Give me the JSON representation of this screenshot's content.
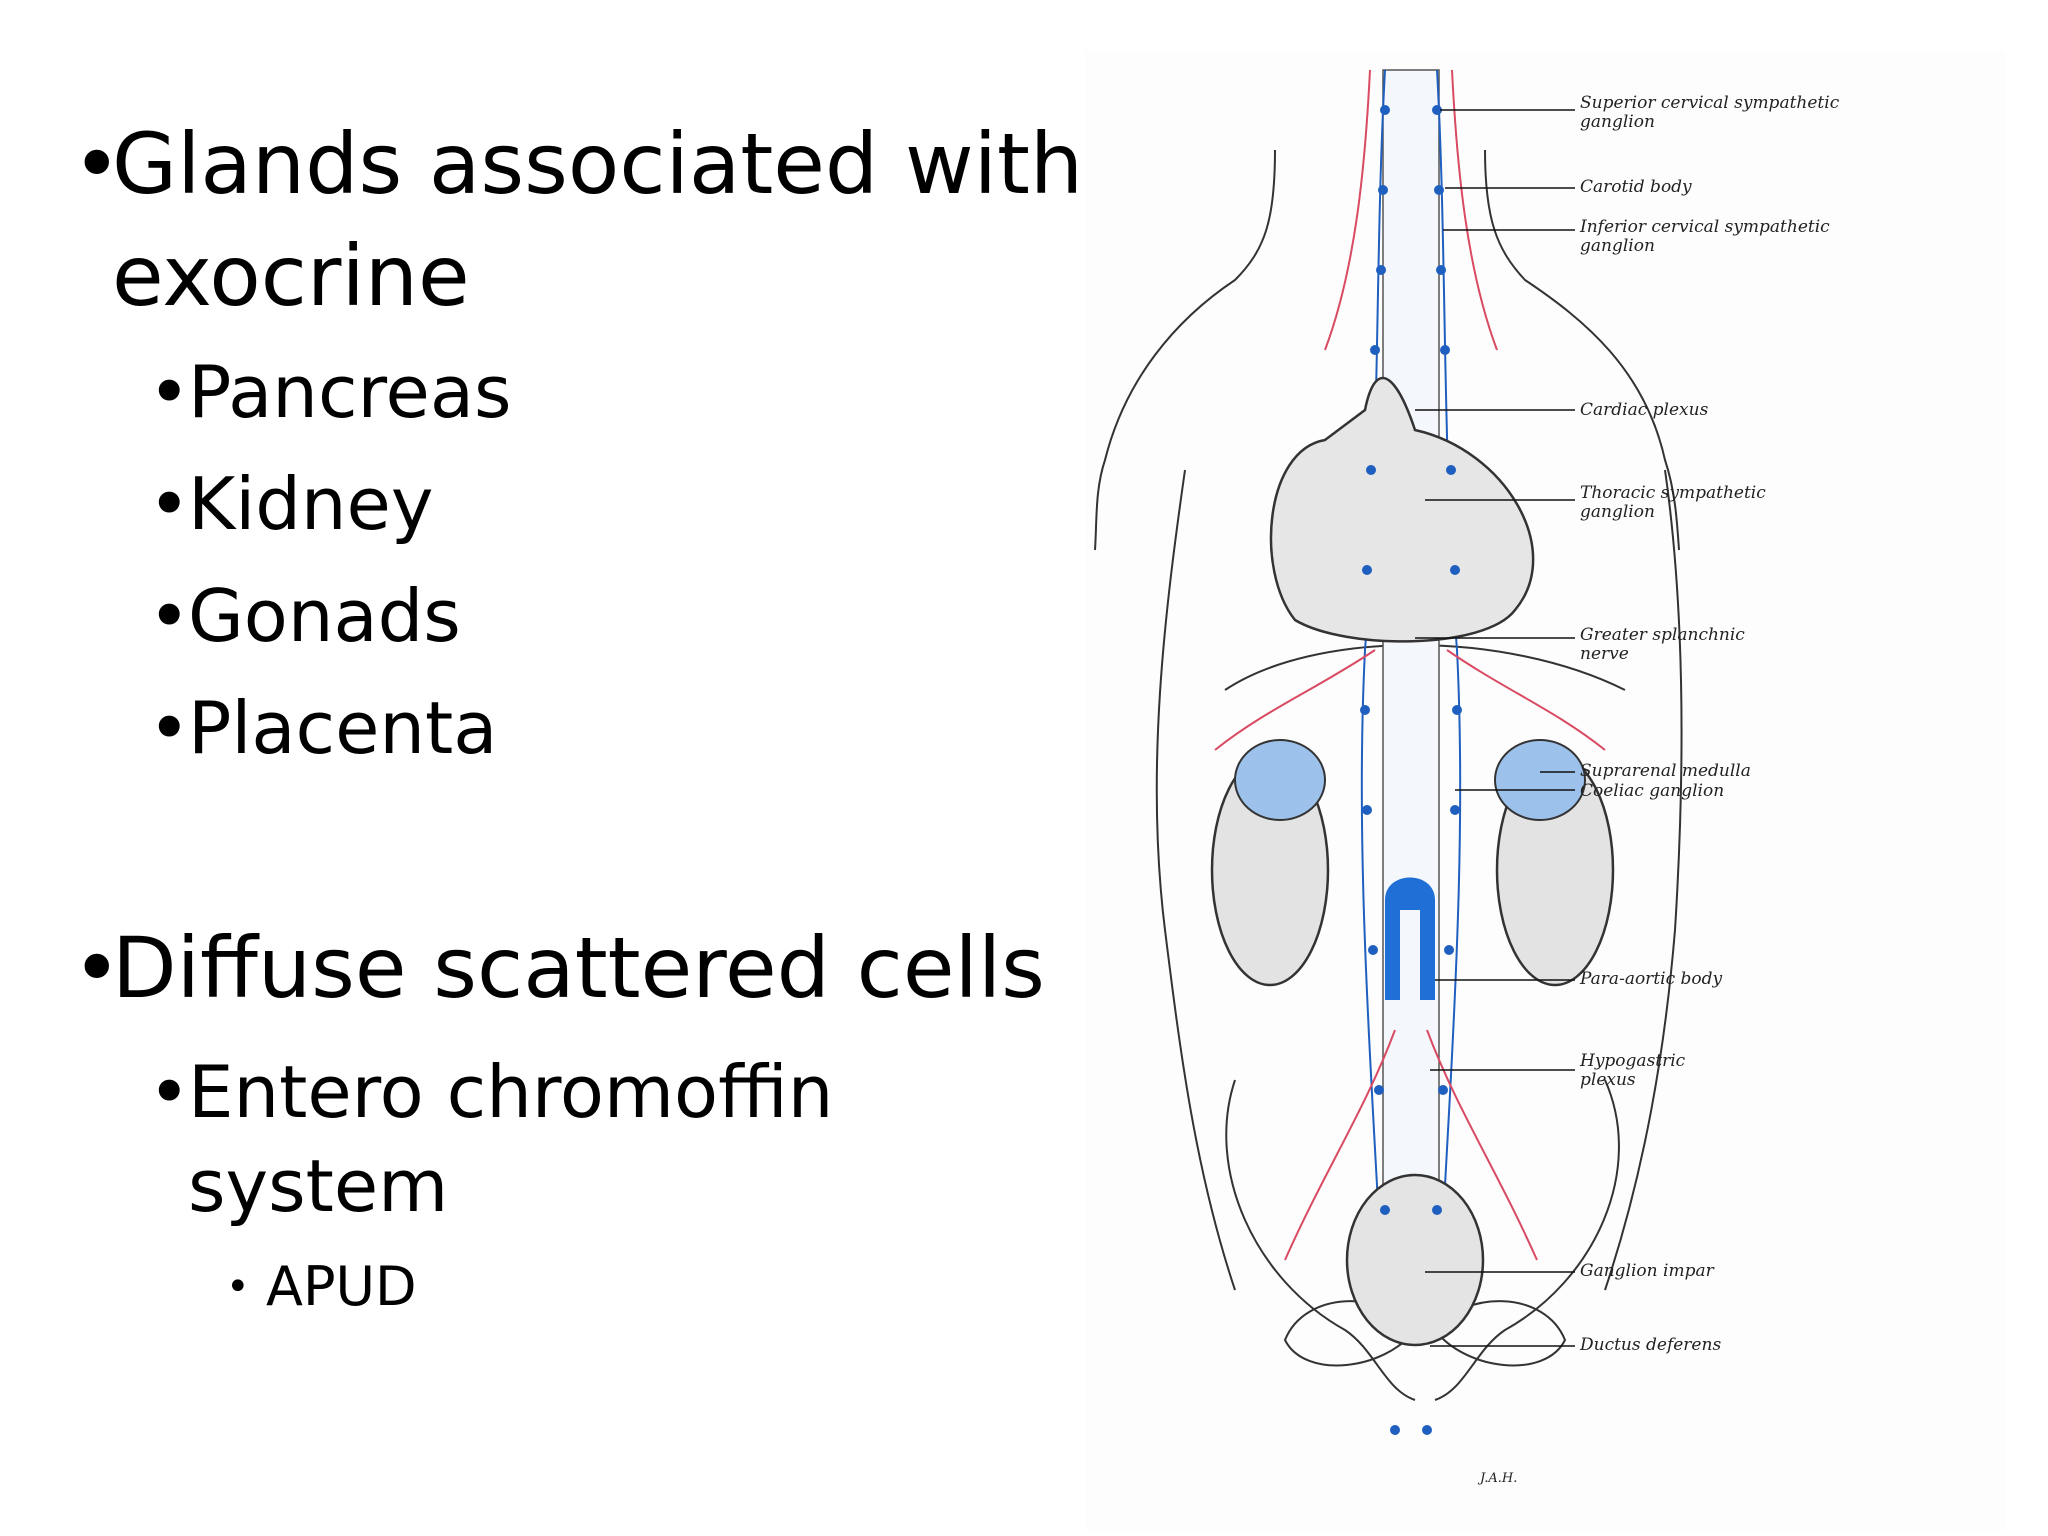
{
  "bullets": {
    "glands": "Glands associated with exocrine",
    "glands_line1": "Glands associated with",
    "glands_line2": "exocrine",
    "sub_glands": [
      "Pancreas",
      "Kidney",
      "Gonads",
      "Placenta"
    ],
    "diffuse": "Diffuse scattered cells",
    "entero_line1": "Entero chromoffin",
    "entero_line2": "system",
    "apud": "APUD",
    "bullet_char": "•"
  },
  "figure": {
    "labels": {
      "superior_cervical_1": "Superior cervical sympathetic",
      "superior_cervical_2": "ganglion",
      "carotid_body": "Carotid body",
      "inferior_cervical_1": "Inferior cervical sympathetic",
      "inferior_cervical_2": "ganglion",
      "cardiac_plexus": "Cardiac plexus",
      "thoracic_1": "Thoracic sympathetic",
      "thoracic_2": "ganglion",
      "greater_splanchnic_1": "Greater splanchnic",
      "greater_splanchnic_2": "nerve",
      "suprarenal_medulla": "Suprarenal medulla",
      "coeliac_ganglion": "Coeliac ganglion",
      "para_aortic_body": "Para-aortic body",
      "hypogastric_1": "Hypogastric",
      "hypogastric_2": "plexus",
      "ganglion_impar": "Ganglion impar",
      "ductus_deferens": "Ductus deferens"
    },
    "signature": "J.A.H.",
    "colors": {
      "nerve": "#1f5fbf",
      "vessel": "#d94a63",
      "outline": "#333333"
    }
  }
}
